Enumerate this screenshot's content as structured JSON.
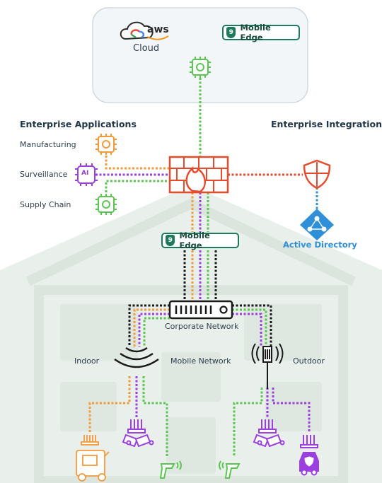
{
  "cloud": {
    "aws_label": "aws",
    "label": "Cloud"
  },
  "mobile_edge_top": {
    "badge": "9",
    "label": "Mobile Edge"
  },
  "mobile_edge_middle": {
    "badge": "9",
    "label": "Mobile Edge"
  },
  "headings": {
    "left": "Enterprise Applications",
    "right": "Enterprise Integration"
  },
  "applications": [
    {
      "label": "Manufacturing",
      "color": "#f39a3b"
    },
    {
      "label": "Surveillance",
      "color": "#9b3fe0",
      "chip_text": "AI"
    },
    {
      "label": "Supply Chain",
      "color": "#5cc652"
    }
  ],
  "active_directory": {
    "label": "Active Directory",
    "color": "#2f8fd8"
  },
  "corporate_network": {
    "label": "Corporate Network"
  },
  "zones": {
    "indoor": "Indoor",
    "mobile": "Mobile Network",
    "outdoor": "Outdoor"
  },
  "colors": {
    "orange": "#f39a3b",
    "purple": "#9b3fe0",
    "green": "#5cc652",
    "red": "#e84b2c",
    "blue": "#2f8fd8",
    "black": "#1a1a1a",
    "teal": "#1f7a5c",
    "building": "#e9efeb"
  },
  "icons": {
    "cloud": "google-cloud-icon",
    "firewall": "firewall-icon",
    "shield": "shield-icon",
    "directory": "active-directory-icon",
    "switch": "network-switch-icon",
    "antenna": "wifi-antenna-icon",
    "tower": "cell-tower-icon",
    "cameras": "security-camera-icon",
    "scanner": "barcode-scanner-icon",
    "robot": "delivery-robot-icon",
    "vehicle": "security-vehicle-icon"
  }
}
